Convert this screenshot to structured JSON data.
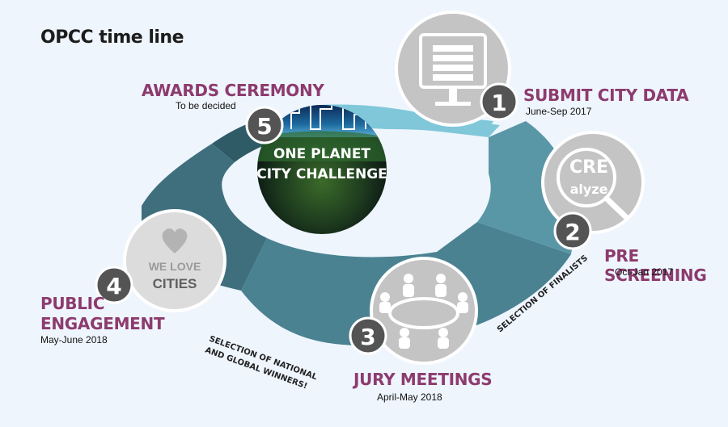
{
  "title": "OPCC time line",
  "center": {
    "line1": "ONE PLANET",
    "line2": "CITY CHALLENGE"
  },
  "steps": [
    {
      "number": "1",
      "title": "SUBMIT CITY DATA",
      "date": "June-Sep 2017",
      "icon": "monitor-icon"
    },
    {
      "number": "2",
      "title": "PRE SCREENING",
      "date": "Oct-Jan 2017",
      "icon": "magnifier-icon",
      "icon_text1": "CRE",
      "icon_text2": "alyze"
    },
    {
      "number": "3",
      "title": "JURY MEETINGS",
      "date": "April-May 2018",
      "icon": "meeting-table-icon"
    },
    {
      "number": "4",
      "title_line1": "PUBLIC",
      "title_line2": "ENGAGEMENT",
      "date": "May-June 2018",
      "icon": "heart-icon",
      "icon_text1": "WE LOVE",
      "icon_text2": "CITIES"
    },
    {
      "number": "5",
      "title": "AWARDS CEREMONY",
      "date": "To be decided"
    }
  ],
  "annotations": {
    "finalists": "SELECTION OF FINALISTS",
    "winners_line1": "SELECTION OF NATIONAL",
    "winners_line2": "AND GLOBAL WINNERS!"
  },
  "colors": {
    "ring_dark": "#2f5b67",
    "ring_mid": "#3f6f7c",
    "ring_teal": "#5a97a6",
    "ring_light": "#7fc7d9",
    "badge": "#545454",
    "title_purple": "#8d3b6e",
    "icon_grey": "#c4c4c4"
  }
}
